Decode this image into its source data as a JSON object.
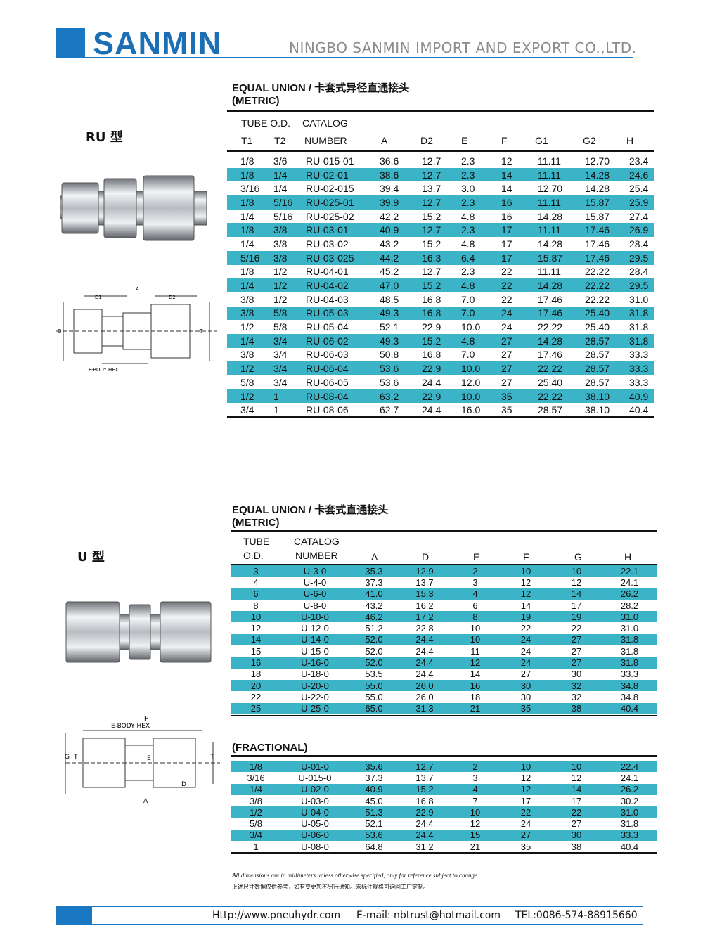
{
  "header": {
    "brand": "SANMIN",
    "company": "NINGBO SANMIN IMPORT AND EXPORT CO.,LTD."
  },
  "ru": {
    "side_label": "RU 型",
    "title_line1": "EQUAL  UNION / 卡套式异径直通接头",
    "title_line2": "(METRIC)",
    "header": {
      "tube_od": "TUBE  O.D.",
      "t1": "T1",
      "t2": "T2",
      "catalog": "CATALOG",
      "number": "NUMBER",
      "a": "A",
      "d2": "D2",
      "e": "E",
      "f": "F",
      "g1": "G1",
      "g2": "G2",
      "h": "H"
    },
    "rows": [
      {
        "t1": "1/8",
        "t2": "3/6",
        "cat": "RU-015-01",
        "a": "36.6",
        "d2": "12.7",
        "e": "2.3",
        "f": "12",
        "g1": "11.11",
        "g2": "12.70",
        "h": "23.4"
      },
      {
        "t1": "1/8",
        "t2": "1/4",
        "cat": "RU-02-01",
        "a": "38.6",
        "d2": "12.7",
        "e": "2.3",
        "f": "14",
        "g1": "11.11",
        "g2": "14.28",
        "h": "24.6"
      },
      {
        "t1": "3/16",
        "t2": "1/4",
        "cat": "RU-02-015",
        "a": "39.4",
        "d2": "13.7",
        "e": "3.0",
        "f": "14",
        "g1": "12.70",
        "g2": "14.28",
        "h": "25.4"
      },
      {
        "t1": "1/8",
        "t2": "5/16",
        "cat": "RU-025-01",
        "a": "39.9",
        "d2": "12.7",
        "e": "2.3",
        "f": "16",
        "g1": "11.11",
        "g2": "15.87",
        "h": "25.9"
      },
      {
        "t1": "1/4",
        "t2": "5/16",
        "cat": "RU-025-02",
        "a": "42.2",
        "d2": "15.2",
        "e": "4.8",
        "f": "16",
        "g1": "14.28",
        "g2": "15.87",
        "h": "27.4"
      },
      {
        "t1": "1/8",
        "t2": "3/8",
        "cat": "RU-03-01",
        "a": "40.9",
        "d2": "12.7",
        "e": "2.3",
        "f": "17",
        "g1": "11.11",
        "g2": "17.46",
        "h": "26.9"
      },
      {
        "t1": "1/4",
        "t2": "3/8",
        "cat": "RU-03-02",
        "a": "43.2",
        "d2": "15.2",
        "e": "4.8",
        "f": "17",
        "g1": "14.28",
        "g2": "17.46",
        "h": "28.4"
      },
      {
        "t1": "5/16",
        "t2": "3/8",
        "cat": "RU-03-025",
        "a": "44.2",
        "d2": "16.3",
        "e": "6.4",
        "f": "17",
        "g1": "15.87",
        "g2": "17.46",
        "h": "29.5"
      },
      {
        "t1": "1/8",
        "t2": "1/2",
        "cat": "RU-04-01",
        "a": "45.2",
        "d2": "12.7",
        "e": "2.3",
        "f": "22",
        "g1": "11.11",
        "g2": "22.22",
        "h": "28.4"
      },
      {
        "t1": "1/4",
        "t2": "1/2",
        "cat": "RU-04-02",
        "a": "47.0",
        "d2": "15.2",
        "e": "4.8",
        "f": "22",
        "g1": "14.28",
        "g2": "22.22",
        "h": "29.5"
      },
      {
        "t1": "3/8",
        "t2": "1/2",
        "cat": "RU-04-03",
        "a": "48.5",
        "d2": "16.8",
        "e": "7.0",
        "f": "22",
        "g1": "17.46",
        "g2": "22.22",
        "h": "31.0"
      },
      {
        "t1": "3/8",
        "t2": "5/8",
        "cat": "RU-05-03",
        "a": "49.3",
        "d2": "16.8",
        "e": "7.0",
        "f": "24",
        "g1": "17.46",
        "g2": "25.40",
        "h": "31.8"
      },
      {
        "t1": "1/2",
        "t2": "5/8",
        "cat": "RU-05-04",
        "a": "52.1",
        "d2": "22.9",
        "e": "10.0",
        "f": "24",
        "g1": "22.22",
        "g2": "25.40",
        "h": "31.8"
      },
      {
        "t1": "1/4",
        "t2": "3/4",
        "cat": "RU-06-02",
        "a": "49.3",
        "d2": "15.2",
        "e": "4.8",
        "f": "27",
        "g1": "14.28",
        "g2": "28.57",
        "h": "31.8"
      },
      {
        "t1": "3/8",
        "t2": "3/4",
        "cat": "RU-06-03",
        "a": "50.8",
        "d2": "16.8",
        "e": "7.0",
        "f": "27",
        "g1": "17.46",
        "g2": "28.57",
        "h": "33.3"
      },
      {
        "t1": "1/2",
        "t2": "3/4",
        "cat": "RU-06-04",
        "a": "53.6",
        "d2": "22.9",
        "e": "10.0",
        "f": "27",
        "g1": "22.22",
        "g2": "28.57",
        "h": "33.3"
      },
      {
        "t1": "5/8",
        "t2": "3/4",
        "cat": "RU-06-05",
        "a": "53.6",
        "d2": "24.4",
        "e": "12.0",
        "f": "27",
        "g1": "25.40",
        "g2": "28.57",
        "h": "33.3"
      },
      {
        "t1": "1/2",
        "t2": "1",
        "cat": "RU-08-04",
        "a": "63.2",
        "d2": "22.9",
        "e": "10.0",
        "f": "35",
        "g1": "22.22",
        "g2": "38.10",
        "h": "40.9"
      },
      {
        "t1": "3/4",
        "t2": "1",
        "cat": "RU-08-06",
        "a": "62.7",
        "d2": "24.4",
        "e": "16.0",
        "f": "35",
        "g1": "28.57",
        "g2": "38.10",
        "h": "40.4"
      }
    ],
    "drawing_labels": {
      "d1": "D1",
      "a": "A",
      "d2": "D2",
      "body_hex": "F-BODY HEX",
      "t": "T",
      "g": "G"
    }
  },
  "u": {
    "side_label": "U 型",
    "title_line1": "EQUAL  UNION / 卡套式直通接头",
    "title_line2": "(METRIC)",
    "header": {
      "tube": "TUBE",
      "od": "O.D.",
      "catalog": "CATALOG",
      "number": "NUMBER",
      "a": "A",
      "d": "D",
      "e": "E",
      "f": "F",
      "g": "G",
      "h": "H"
    },
    "metric_rows": [
      {
        "od": "3",
        "cat": "U-3-0",
        "a": "35.3",
        "d": "12.9",
        "e": "2",
        "f": "10",
        "g": "10",
        "h": "22.1"
      },
      {
        "od": "4",
        "cat": "U-4-0",
        "a": "37.3",
        "d": "13.7",
        "e": "3",
        "f": "12",
        "g": "12",
        "h": "24.1"
      },
      {
        "od": "6",
        "cat": "U-6-0",
        "a": "41.0",
        "d": "15.3",
        "e": "4",
        "f": "12",
        "g": "14",
        "h": "26.2"
      },
      {
        "od": "8",
        "cat": "U-8-0",
        "a": "43.2",
        "d": "16.2",
        "e": "6",
        "f": "14",
        "g": "17",
        "h": "28.2"
      },
      {
        "od": "10",
        "cat": "U-10-0",
        "a": "46.2",
        "d": "17.2",
        "e": "8",
        "f": "19",
        "g": "19",
        "h": "31.0"
      },
      {
        "od": "12",
        "cat": "U-12-0",
        "a": "51.2",
        "d": "22.8",
        "e": "10",
        "f": "22",
        "g": "22",
        "h": "31.0"
      },
      {
        "od": "14",
        "cat": "U-14-0",
        "a": "52.0",
        "d": "24.4",
        "e": "10",
        "f": "24",
        "g": "27",
        "h": "31.8"
      },
      {
        "od": "15",
        "cat": "U-15-0",
        "a": "52.0",
        "d": "24.4",
        "e": "11",
        "f": "24",
        "g": "27",
        "h": "31.8"
      },
      {
        "od": "16",
        "cat": "U-16-0",
        "a": "52.0",
        "d": "24.4",
        "e": "12",
        "f": "24",
        "g": "27",
        "h": "31.8"
      },
      {
        "od": "18",
        "cat": "U-18-0",
        "a": "53.5",
        "d": "24.4",
        "e": "14",
        "f": "27",
        "g": "30",
        "h": "33.3"
      },
      {
        "od": "20",
        "cat": "U-20-0",
        "a": "55.0",
        "d": "26.0",
        "e": "16",
        "f": "30",
        "g": "32",
        "h": "34.8"
      },
      {
        "od": "22",
        "cat": "U-22-0",
        "a": "55.0",
        "d": "26.0",
        "e": "18",
        "f": "30",
        "g": "32",
        "h": "34.8"
      },
      {
        "od": "25",
        "cat": "U-25-0",
        "a": "65.0",
        "d": "31.3",
        "e": "21",
        "f": "35",
        "g": "38",
        "h": "40.4"
      }
    ],
    "fractional_title": "(FRACTIONAL)",
    "fractional_rows": [
      {
        "od": "1/8",
        "cat": "U-01-0",
        "a": "35.6",
        "d": "12.7",
        "e": "2",
        "f": "10",
        "g": "10",
        "h": "22.4"
      },
      {
        "od": "3/16",
        "cat": "U-015-0",
        "a": "37.3",
        "d": "13.7",
        "e": "3",
        "f": "12",
        "g": "12",
        "h": "24.1"
      },
      {
        "od": "1/4",
        "cat": "U-02-0",
        "a": "40.9",
        "d": "15.2",
        "e": "4",
        "f": "12",
        "g": "14",
        "h": "26.2"
      },
      {
        "od": "3/8",
        "cat": "U-03-0",
        "a": "45.0",
        "d": "16.8",
        "e": "7",
        "f": "17",
        "g": "17",
        "h": "30.2"
      },
      {
        "od": "1/2",
        "cat": "U-04-0",
        "a": "51.3",
        "d": "22.9",
        "e": "10",
        "f": "22",
        "g": "22",
        "h": "31.0"
      },
      {
        "od": "5/8",
        "cat": "U-05-0",
        "a": "52.1",
        "d": "24.4",
        "e": "12",
        "f": "24",
        "g": "27",
        "h": "31.8"
      },
      {
        "od": "3/4",
        "cat": "U-06-0",
        "a": "53.6",
        "d": "24.4",
        "e": "15",
        "f": "27",
        "g": "30",
        "h": "33.3"
      },
      {
        "od": "1",
        "cat": "U-08-0",
        "a": "64.8",
        "d": "31.2",
        "e": "21",
        "f": "35",
        "g": "38",
        "h": "40.4"
      }
    ],
    "drawing_labels": {
      "h": "H",
      "body_hex": "E-BODY HEX",
      "g": "G",
      "t": "T",
      "e": "E",
      "d": "D",
      "a": "A"
    }
  },
  "footer": {
    "note_en": "All dimensions are in millimeters unless otherwise specified, only for reference subject to change.",
    "note_cn": "上述尺寸数据仅供参考，如有变更恕不另行通知。未标注规格可询问工厂定制。",
    "website": "Http://www.pneuhydr.com",
    "email": "E-mail: nbtrust@hotmail.com",
    "tel": "TEL:0086-574-88915660"
  },
  "colors": {
    "brand_blue": "#1a78c2",
    "row_highlight": "#3ab4c6"
  }
}
